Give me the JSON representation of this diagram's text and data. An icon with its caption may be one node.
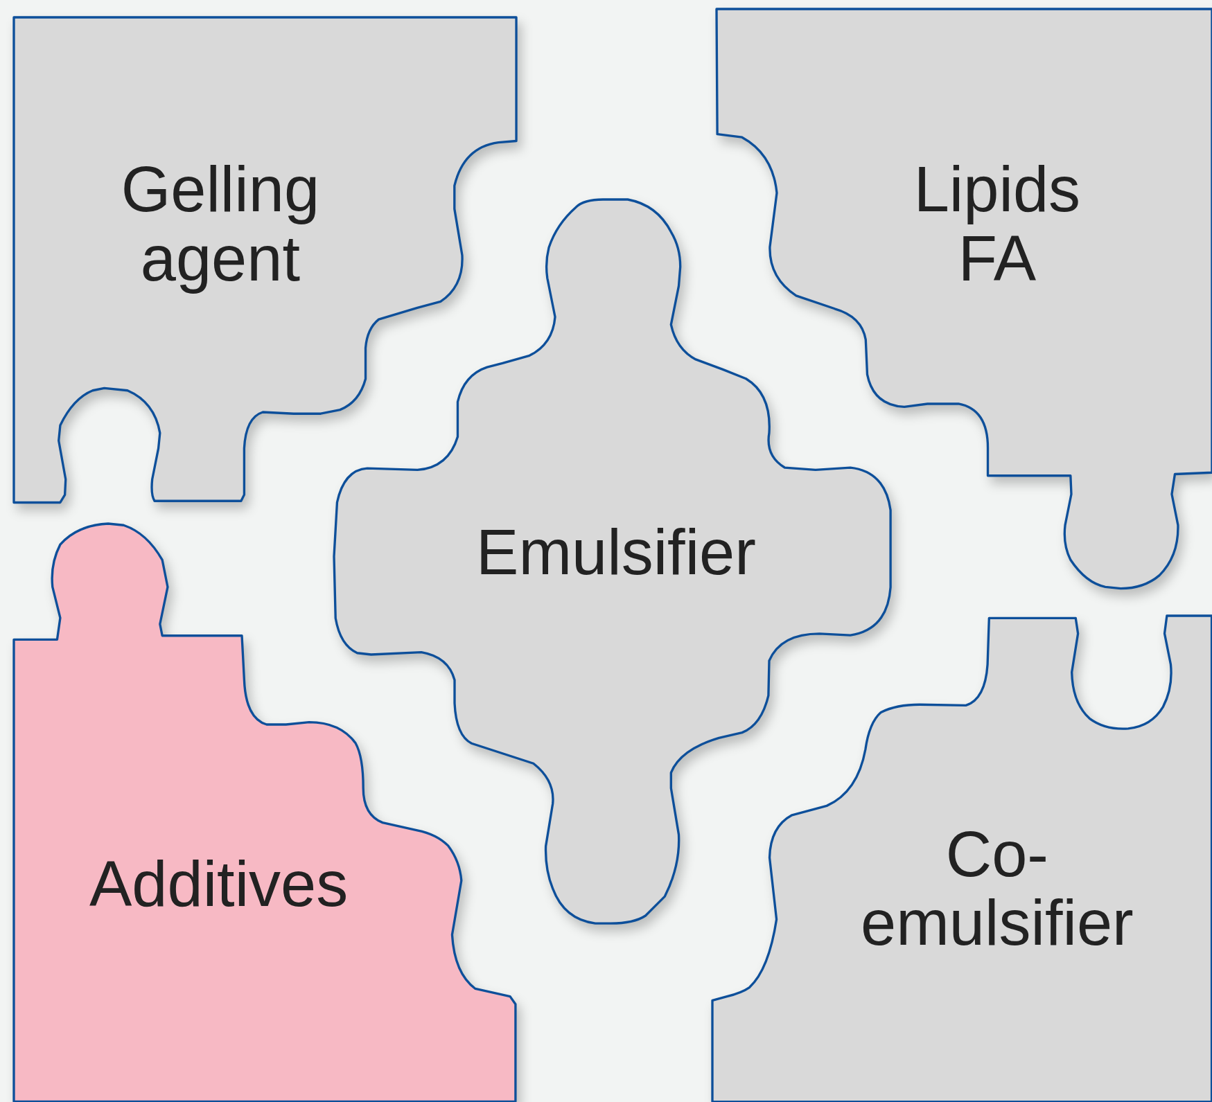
{
  "diagram": {
    "nodes": [
      {
        "text": [
          "Gelling agent"
        ]
      },
      {
        "text": [
          "Lipids FA"
        ]
      },
      {
        "text": [
          "Emulsifier"
        ]
      },
      {
        "text": [
          "Additives"
        ]
      },
      {
        "text": [
          "Co-emulsifier"
        ]
      }
    ]
  }
}
